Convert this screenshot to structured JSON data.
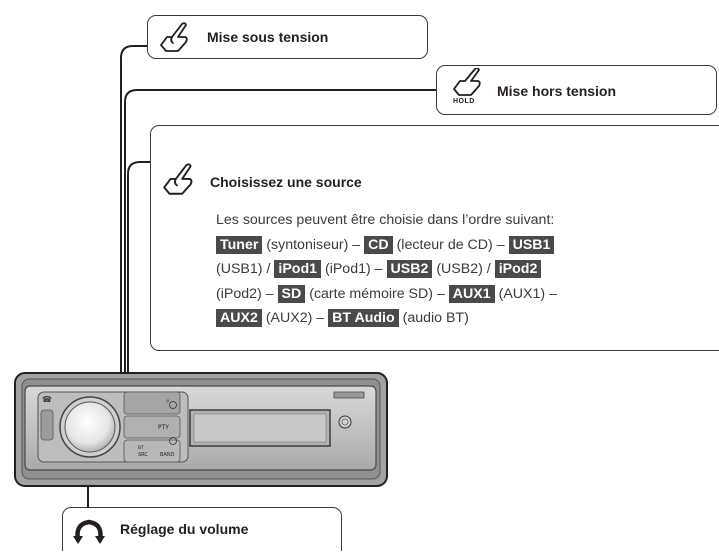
{
  "callouts": {
    "power_on": {
      "title": "Mise sous tension",
      "icon": "hand-press-icon"
    },
    "power_off": {
      "title": "Mise hors tension",
      "icon": "hand-hold-icon",
      "hold_label": "HOLD"
    },
    "source": {
      "title": "Choisissez une source",
      "icon": "hand-press-icon",
      "intro": "Les sources peuvent être choisie dans l’ordre suivant:",
      "sources": [
        {
          "key": "Tuner",
          "desc": "(syntoniseur)"
        },
        {
          "key": "CD",
          "desc": "(lecteur de CD)"
        },
        {
          "key": "USB1",
          "desc": "(USB1)"
        },
        {
          "key": "iPod1",
          "desc": "(iPod1)"
        },
        {
          "key": "USB2",
          "desc": "(USB2)"
        },
        {
          "key": "iPod2",
          "desc": "(iPod2)"
        },
        {
          "key": "SD",
          "desc": "(carte mémoire SD)"
        },
        {
          "key": "AUX1",
          "desc": "(AUX1)"
        },
        {
          "key": "AUX2",
          "desc": "(AUX2)"
        },
        {
          "key": "BT Audio",
          "desc": "(audio BT)"
        }
      ],
      "separators": {
        "dash": "–",
        "slash": "/"
      }
    },
    "volume": {
      "title": "Réglage du volume",
      "icon": "rotate-dial-icon"
    }
  },
  "device": {
    "name": "car-stereo-head-unit",
    "button_labels": {
      "pty": "PTY",
      "src": "SRC",
      "band": "BAND",
      "bt": "BT"
    }
  },
  "colors": {
    "source_badge_bg": "#4a4a4a",
    "source_badge_text": "#ffffff",
    "line": "#231f20",
    "text": "#231f20"
  }
}
